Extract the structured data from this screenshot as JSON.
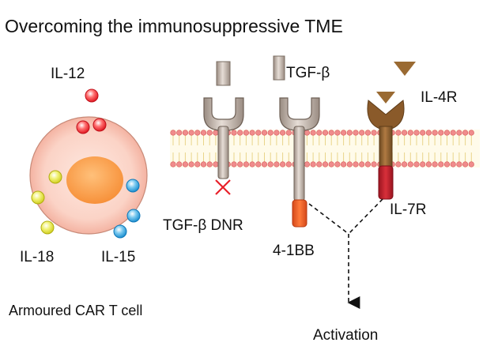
{
  "title": "Overcoming the immunosuppressive TME",
  "cell_caption": "Armoured CAR T cell",
  "cytokines": {
    "il12": "IL-12",
    "il18": "IL-18",
    "il15": "IL-15"
  },
  "receptors": {
    "tgfb": "TGF-β",
    "tgfb_dnr": "TGF-β DNR",
    "costim": "4-1BB",
    "il4r": "IL-4R",
    "il7r": "IL-7R"
  },
  "outcome": "Activation",
  "colors": {
    "il12": "#e8202a",
    "il18": "#dede2a",
    "il15": "#2a9fd8",
    "membrane_head": "#f08c8c",
    "costim_domain": "#ee5a1e",
    "il7r_domain": "#c0202a",
    "il4r_receptor": "#8a5a2a",
    "receptor_gray": "#bcb0a6",
    "block_cross": "#e8202a"
  },
  "icons": {
    "block": "red-cross-icon",
    "arrow": "dashed-arrow-down-icon"
  }
}
